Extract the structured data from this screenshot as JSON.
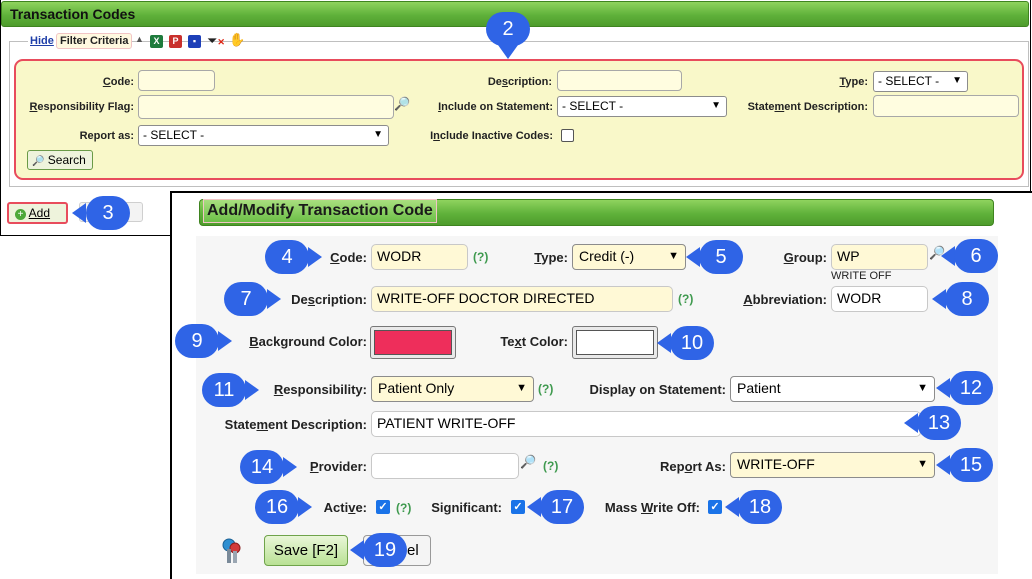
{
  "window": {
    "title": "Transaction Codes"
  },
  "filter_bar": {
    "hide_label": "Hide",
    "tab_label": "Filter Criteria",
    "icons": [
      "collapse-arrow-icon",
      "excel-icon",
      "pdf-icon",
      "save-icon",
      "clear-filter-icon",
      "hand-icon"
    ]
  },
  "filter": {
    "code_label": "Code:",
    "code_value": "",
    "description_label": "Description:",
    "description_value": "",
    "type_label": "Type:",
    "type_value": "- SELECT -",
    "responsibility_flag_label": "Responsibility Flag:",
    "responsibility_flag_value": "",
    "include_on_statement_label": "Include on Statement:",
    "include_on_statement_value": "- SELECT -",
    "statement_description_label": "Statement Description:",
    "statement_description_value": "",
    "report_as_label": "Report as:",
    "report_as_value": "- SELECT -",
    "include_inactive_label": "Include Inactive Codes:",
    "search_button": "Search"
  },
  "actions": {
    "add_button": "Add"
  },
  "dialog": {
    "title": "Add/Modify Transaction Code",
    "code_label": "Code:",
    "code_value": "WODR",
    "help_text": "(?)",
    "type_label": "Type:",
    "type_value": "Credit (-)",
    "group_label": "Group:",
    "group_value": "WP",
    "group_caption": "WRITE OFF",
    "description_label": "Description:",
    "description_value": "WRITE-OFF DOCTOR DIRECTED",
    "abbreviation_label": "Abbreviation:",
    "abbreviation_value": "WODR",
    "background_color_label": "Background Color:",
    "background_color_value": "#ee2e5b",
    "text_color_label": "Text Color:",
    "text_color_value": "#ffffff",
    "responsibility_label": "Responsibility:",
    "responsibility_value": "Patient Only",
    "display_on_statement_label": "Display on Statement:",
    "display_on_statement_value": "Patient",
    "statement_description_label": "Statement Description:",
    "statement_description_value": "PATIENT WRITE-OFF",
    "provider_label": "Provider:",
    "provider_value": "",
    "report_as_label": "Report As:",
    "report_as_value": "WRITE-OFF",
    "active_label": "Active:",
    "active_checked": true,
    "significant_label": "Significant:",
    "significant_checked": true,
    "mass_write_off_label": "Mass Write Off:",
    "mass_write_off_checked": true,
    "save_button": "Save [F2]",
    "cancel_button": "Cancel"
  },
  "callouts": [
    "2",
    "3",
    "4",
    "5",
    "6",
    "7",
    "8",
    "9",
    "10",
    "11",
    "12",
    "13",
    "14",
    "15",
    "16",
    "17",
    "18",
    "19"
  ],
  "colors": {
    "header_green": "#5fb13a",
    "filter_panel": "#f9f8c9",
    "highlight_red": "#e84c5c",
    "callout_blue": "#2f64e6",
    "input_yellow": "#fff9d6"
  }
}
